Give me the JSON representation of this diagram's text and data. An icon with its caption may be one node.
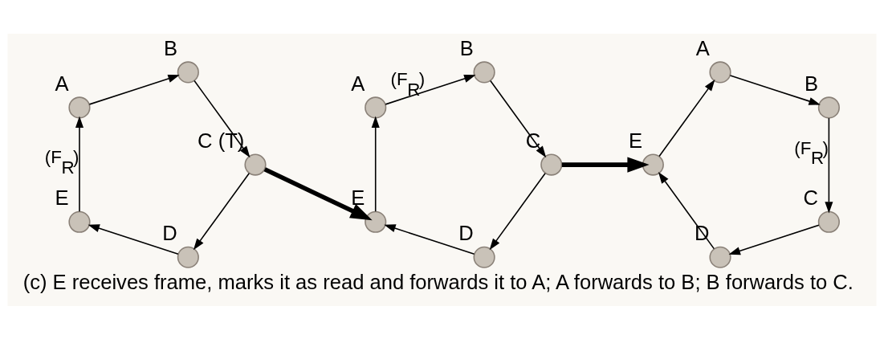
{
  "diagram": {
    "caption": "(c) E receives frame, marks it as read and forwards it to A; A forwards to B; B forwards to C.",
    "nodes": [
      {
        "text": [],
        "shape": "circle",
        "beside": [
          "A"
        ]
      },
      {
        "text": [],
        "shape": "circle",
        "beside": [
          "B"
        ]
      },
      {
        "text": [],
        "shape": "circle",
        "beside": [
          "C",
          "(T)"
        ]
      },
      {
        "text": [],
        "shape": "circle",
        "beside": [
          "D"
        ]
      },
      {
        "text": [],
        "shape": "circle",
        "beside": [
          "E"
        ]
      },
      {
        "text": [],
        "shape": "circle",
        "beside": [
          "A"
        ]
      },
      {
        "text": [],
        "shape": "circle",
        "beside": [
          "B"
        ]
      },
      {
        "text": [],
        "shape": "circle",
        "beside": [
          "C"
        ]
      },
      {
        "text": [],
        "shape": "circle",
        "beside": [
          "D"
        ]
      },
      {
        "text": [],
        "shape": "circle",
        "beside": [
          "E"
        ]
      },
      {
        "text": [],
        "shape": "circle",
        "beside": [
          "A"
        ]
      },
      {
        "text": [],
        "shape": "circle",
        "beside": [
          "B"
        ]
      },
      {
        "text": [],
        "shape": "circle",
        "beside": [
          "C"
        ]
      },
      {
        "text": [],
        "shape": "circle",
        "beside": [
          "D"
        ]
      },
      {
        "text": [],
        "shape": "circle",
        "beside": [
          "E"
        ]
      }
    ],
    "edges": [
      {
        "from": 4,
        "to": 0,
        "arrow": "to",
        "label": "(F$_{R}$)"
      },
      {
        "from": 0,
        "to": 1,
        "arrow": "to"
      },
      {
        "from": 1,
        "to": 2,
        "arrow": "to"
      },
      {
        "from": 2,
        "to": 3,
        "arrow": "to"
      },
      {
        "from": 3,
        "to": 4,
        "arrow": "to"
      },
      {
        "from": 2,
        "to": 9,
        "arrow": "to",
        "style": "thick"
      },
      {
        "from": 9,
        "to": 5,
        "arrow": "to"
      },
      {
        "from": 5,
        "to": 6,
        "arrow": "to",
        "label": "(F$_{R}$)"
      },
      {
        "from": 6,
        "to": 7,
        "arrow": "to"
      },
      {
        "from": 7,
        "to": 8,
        "arrow": "to"
      },
      {
        "from": 8,
        "to": 9,
        "arrow": "to"
      },
      {
        "from": 7,
        "to": 14,
        "arrow": "to",
        "style": "thick"
      },
      {
        "from": 14,
        "to": 10,
        "arrow": "to"
      },
      {
        "from": 10,
        "to": 11,
        "arrow": "to"
      },
      {
        "from": 11,
        "to": 12,
        "arrow": "to",
        "label": "(F$_{R}$)"
      },
      {
        "from": 12,
        "to": 13,
        "arrow": "to"
      },
      {
        "from": 13,
        "to": 14,
        "arrow": "to"
      }
    ]
  }
}
